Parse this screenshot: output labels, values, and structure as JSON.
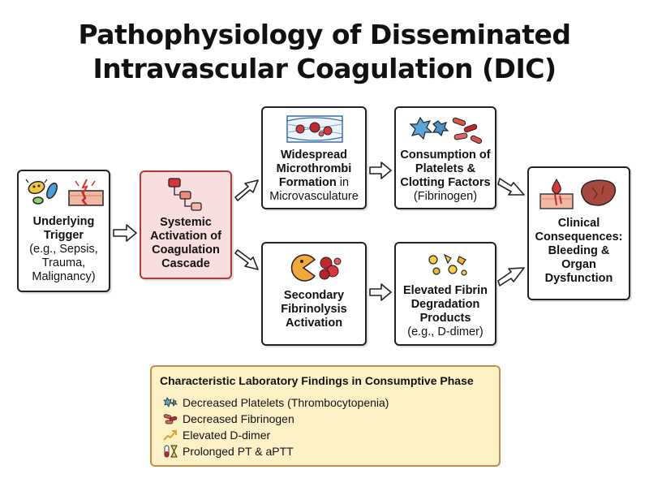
{
  "title_line1": "Pathophysiology of Disseminated",
  "title_line2": "Intravascular Coagulation (DIC)",
  "trigger": {
    "title1": "Underlying",
    "title2": "Trigger",
    "d1": "(e.g., Sepsis,",
    "d2": "Trauma,",
    "d3": "Malignancy)"
  },
  "systemic": {
    "l1": "Systemic",
    "l2": "Activation of",
    "l3": "Coagulation",
    "l4": "Cascade"
  },
  "microthrombi": {
    "l1": "Widespread",
    "l2": "Microthrombi",
    "l3": "Formation",
    "l3b": " in",
    "l4": "Microvasculature"
  },
  "consumption": {
    "l1": "Consumption of",
    "l2": "Platelets &",
    "l3": "Clotting Factors",
    "l4": "(Fibrinogen)"
  },
  "fibrinolysis": {
    "l1": "Secondary",
    "l2": "Fibrinolysis",
    "l3": "Activation"
  },
  "fdp": {
    "l1": "Elevated Fibrin",
    "l2": "Degradation",
    "l3": "Products",
    "l4": "(e.g., D-dimer)"
  },
  "clinical": {
    "l1": "Clinical",
    "l2": "Consequences:",
    "l3": "Bleeding &",
    "l4": "Organ",
    "l5": "Dysfunction"
  },
  "lab": {
    "title": "Characteristic Laboratory Findings in Consumptive Phase",
    "items": [
      {
        "icon": "platelet-icon",
        "text": "Decreased Platelets (Thrombocytopenia)"
      },
      {
        "icon": "fibrinogen-icon",
        "text": "Decreased Fibrinogen"
      },
      {
        "icon": "trend-up-icon",
        "text": "Elevated D-dimer"
      },
      {
        "icon": "test-tube-hourglass-icon",
        "text": "Prolonged PT & aPTT"
      }
    ]
  },
  "colors": {
    "accent_red": "#b23a3a",
    "systemic_fill": "#f8dede",
    "lab_fill": "#fdf2c5",
    "lab_border": "#c98a4a"
  }
}
